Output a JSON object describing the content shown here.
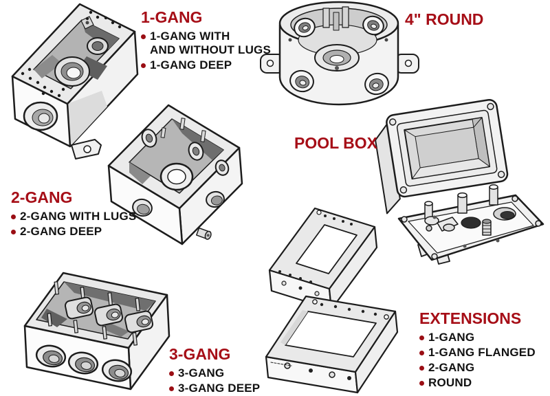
{
  "colors": {
    "background": "#FFFFFF",
    "heading_red": "#A60E17",
    "bullet_red": "#9A0E14",
    "text": "#121212",
    "line_art": "#1C1C1C"
  },
  "sections": {
    "one_gang": {
      "heading": "1-GANG",
      "bullets": [
        [
          "1-GANG WITH",
          "AND WITHOUT LUGS"
        ],
        [
          "1-GANG DEEP"
        ]
      ],
      "illustration": "1-gang weatherproof outlet box"
    },
    "four_round": {
      "heading": "4\" ROUND",
      "illustration": "4-inch round weatherproof box with threaded hubs and mounting ears"
    },
    "two_gang": {
      "heading": "2-GANG",
      "bullets": [
        [
          "2-GANG WITH LUGS"
        ],
        [
          "2-GANG DEEP"
        ]
      ],
      "illustration": "2-gang weatherproof outlet box"
    },
    "pool_box": {
      "heading": "POOL BOX",
      "illustration": "pool box enclosure with terminal cover plate"
    },
    "three_gang": {
      "heading": "3-GANG",
      "bullets": [
        [
          "3-GANG"
        ],
        [
          "3-GANG DEEP"
        ]
      ],
      "illustration": "3-gang weatherproof outlet box with three side outlets"
    },
    "extensions": {
      "heading": "EXTENSIONS",
      "bullets": [
        [
          "1-GANG"
        ],
        [
          "1-GANG FLANGED"
        ],
        [
          "2-GANG"
        ],
        [
          "ROUND"
        ]
      ],
      "illustration": "1-gang and 2-gang extension rings"
    }
  }
}
